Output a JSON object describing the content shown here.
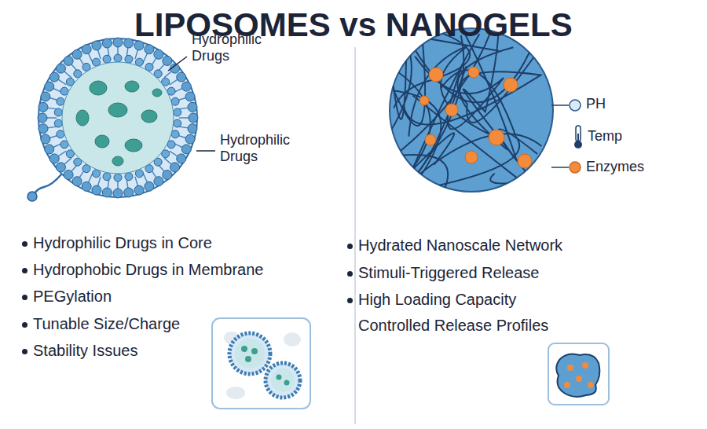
{
  "diagram": {
    "title": "LIPOSOMES vs NANOGELS",
    "labels": [
      "Hydrophilic Drugs",
      "Hydrophilic Drugs",
      "PH",
      "Temp",
      "Enzymes",
      "Hydrophilic Drugs in Core",
      "Hydrophobic Drugs in Membrane",
      "PEGylation",
      "Tunable Size/Charge",
      "Stability Issues",
      "Hydrated Nanoscale Network",
      "Stimuli-Triggered Release",
      "High Loading Capacity",
      "Controlled Release Profiles"
    ]
  }
}
